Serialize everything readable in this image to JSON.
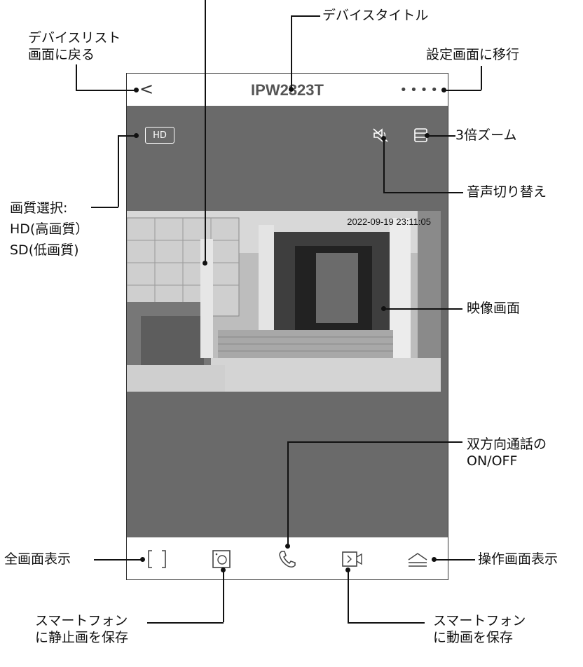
{
  "app": {
    "back_glyph": "<",
    "title": "IPW2323T",
    "more_glyph": "••••",
    "quality_badge": "HD",
    "timestamp": "2022-09-19  23:11:05"
  },
  "annotations": {
    "device_list": [
      "デバイスリスト",
      "画面に戻る"
    ],
    "device_title": "デバイスタイトル",
    "settings": "設定画面に移行",
    "zoom": "3倍ズーム",
    "audio": "音声切り替え",
    "quality": [
      "画質選択:",
      "HD(高画質）",
      "SD(低画質)"
    ],
    "video": "映像画面",
    "talk": [
      "双方向通話の",
      "ON/OFF"
    ],
    "fullscreen": "全画面表示",
    "control": "操作画面表示",
    "snapshot": [
      "スマートフォン",
      "に静止画を保存"
    ],
    "record": [
      "スマートフォン",
      "に動画を保存"
    ]
  }
}
